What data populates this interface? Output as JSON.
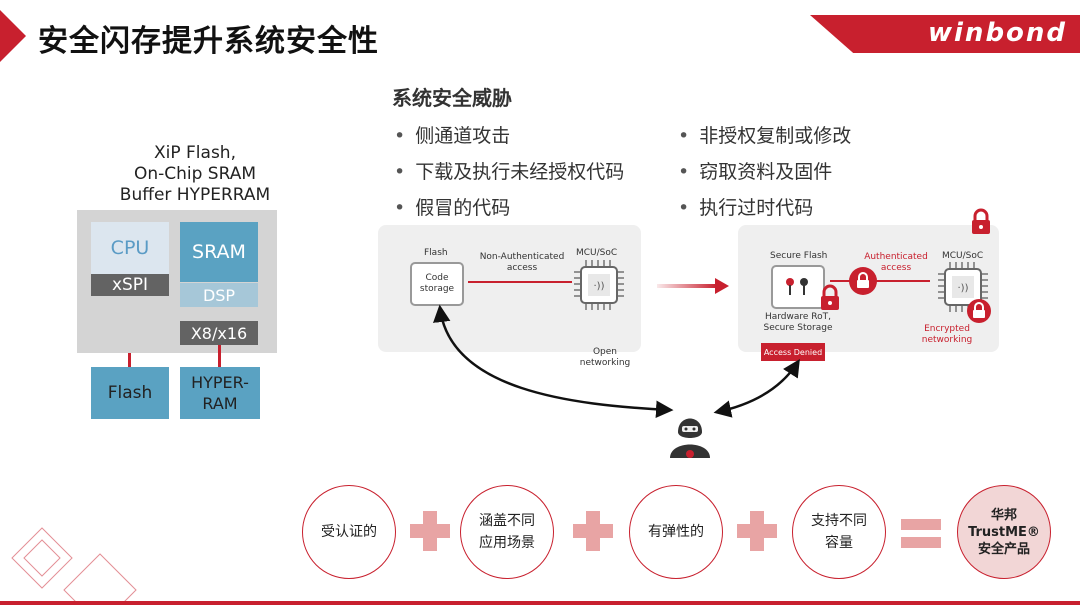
{
  "slide": {
    "title": "安全闪存提升系统安全性"
  },
  "brand": {
    "logo_text": "winbond",
    "accent": "#c8202e"
  },
  "architecture": {
    "title_lines": [
      "XiP Flash,",
      "On-Chip SRAM",
      "Buffer HYPERRAM"
    ],
    "cpu": "CPU",
    "xspi": "xSPI",
    "sram": "SRAM",
    "dsp": "DSP",
    "bus": "X8/x16",
    "flash": "Flash",
    "hyperram_lines": [
      "HYPER-",
      "RAM"
    ]
  },
  "threats": {
    "heading": "系统安全威胁",
    "left_items": [
      "侧通道攻击",
      "下载及执行未经授权代码",
      "假冒的代码"
    ],
    "right_items": [
      "非授权复制或修改",
      "窃取资料及固件",
      "执行过时代码"
    ]
  },
  "unsecured": {
    "flash_label": "Flash",
    "storage_lines": [
      "Code",
      "storage"
    ],
    "link_lines": [
      "Non-Authenticated",
      "access"
    ],
    "mcu_label": "MCU/SoC",
    "network_lines": [
      "Open",
      "networking"
    ]
  },
  "secured": {
    "flash_label": "Secure Flash",
    "rot_lines": [
      "Hardware RoT,",
      "Secure Storage"
    ],
    "link_lines": [
      "Authenticated",
      "access"
    ],
    "mcu_label": "MCU/SoC",
    "network_lines": [
      "Encrypted",
      "networking"
    ],
    "denied_badge": "Access Denied"
  },
  "equation": {
    "c1": [
      "受认证的"
    ],
    "c2": [
      "涵盖不同",
      "应用场景"
    ],
    "c3": [
      "有弹性的"
    ],
    "c4": [
      "支持不同",
      "容量"
    ],
    "result": [
      "华邦",
      "TrustME®",
      "安全产品"
    ]
  }
}
